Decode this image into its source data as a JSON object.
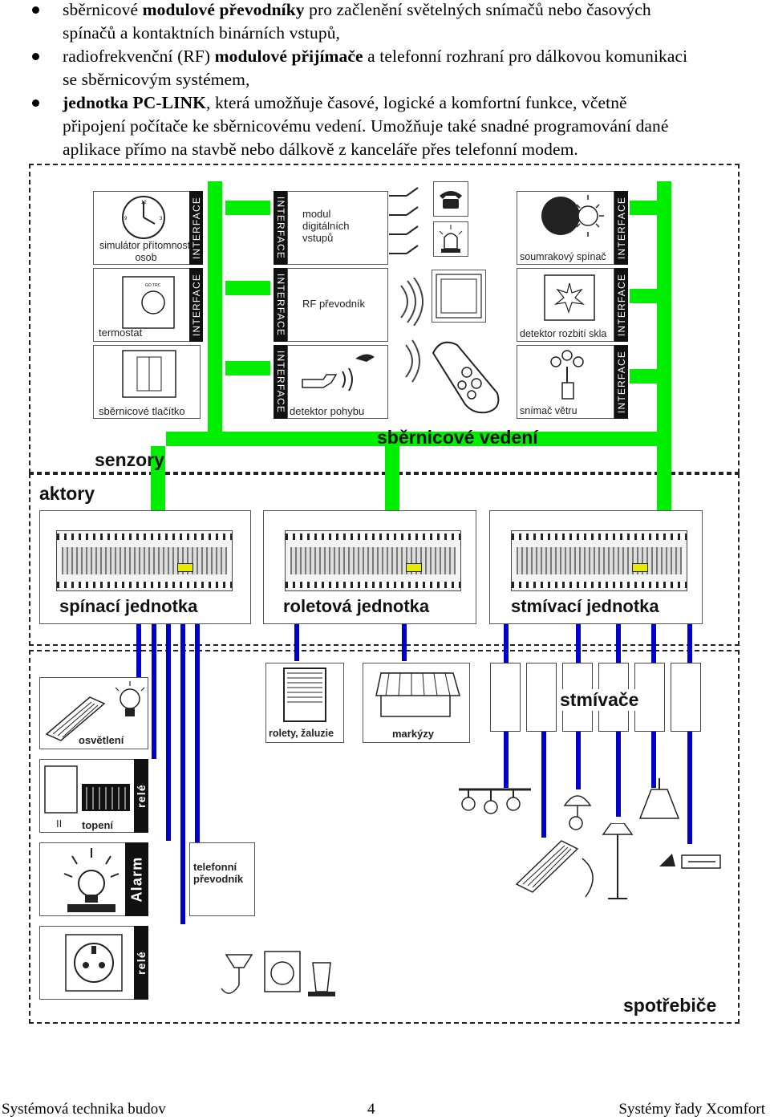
{
  "bullets": [
    {
      "bold_first": "",
      "lines": [
        {
          "pre": "sběrnicové ",
          "bold": "modulové převodníky",
          "post": " pro začlenění světelných snímačů nebo časových"
        },
        {
          "pre": "spínačů a kontaktních binárních vstupů,",
          "bold": "",
          "post": ""
        }
      ]
    },
    {
      "lines": [
        {
          "pre": "radiofrekvenční (RF) ",
          "bold": "modulové přijímače",
          "post": " a telefonní rozhraní pro dálkovou komunikaci"
        },
        {
          "pre": "se sběrnicovým systémem,",
          "bold": "",
          "post": ""
        }
      ]
    },
    {
      "lines": [
        {
          "pre": "",
          "bold": "jednotka PC-LINK",
          "post": ", která umožňuje časové, logické a komfortní funkce, včetně"
        },
        {
          "pre": "připojení počítače ke sběrnicovému vedení. Umožňuje také snadné programování dané",
          "bold": "",
          "post": ""
        },
        {
          "pre": "aplikace přímo na stavbě nebo dálkově z kanceláře přes telefonní modem.",
          "bold": "",
          "post": ""
        }
      ]
    }
  ],
  "diagram": {
    "interface_label": "INTERFACE",
    "sensors": {
      "simulator": "simulátor přítomnosti osob",
      "thermostat": "termostat",
      "bus_button": "sběrnicové tlačítko",
      "digital_module": "modul digitálních vstupů",
      "rf_converter": "RF převodník",
      "motion_detector": "detektor pohybu",
      "twilight_switch": "soumrakový spínač",
      "glass_break": "detektor rozbití skla",
      "wind_sensor": "snímač větru"
    },
    "labels": {
      "senzory": "senzory",
      "bus_line": "sběrnicové vedení",
      "aktory": "aktory",
      "spotrebice": "spotřebiče",
      "stmivace": "stmívače"
    },
    "actuators": [
      "spínací jednotka",
      "roletová jednotka",
      "stmívací jednotka"
    ],
    "loads": {
      "lighting": "osvětlení",
      "blinds": "rolety, žaluzie",
      "awnings": "markýzy",
      "heating": "topení",
      "heating_marker": "II",
      "relay": "relé",
      "alarm": "Alarm",
      "telephone": "telefonní převodník",
      "relay2": "relé"
    },
    "colors": {
      "bus": "#00ee00",
      "wire": "#0000cc"
    }
  },
  "footer": {
    "left": "Systémová technika budov",
    "page": "4",
    "right": "Systémy řady Xcomfort"
  }
}
